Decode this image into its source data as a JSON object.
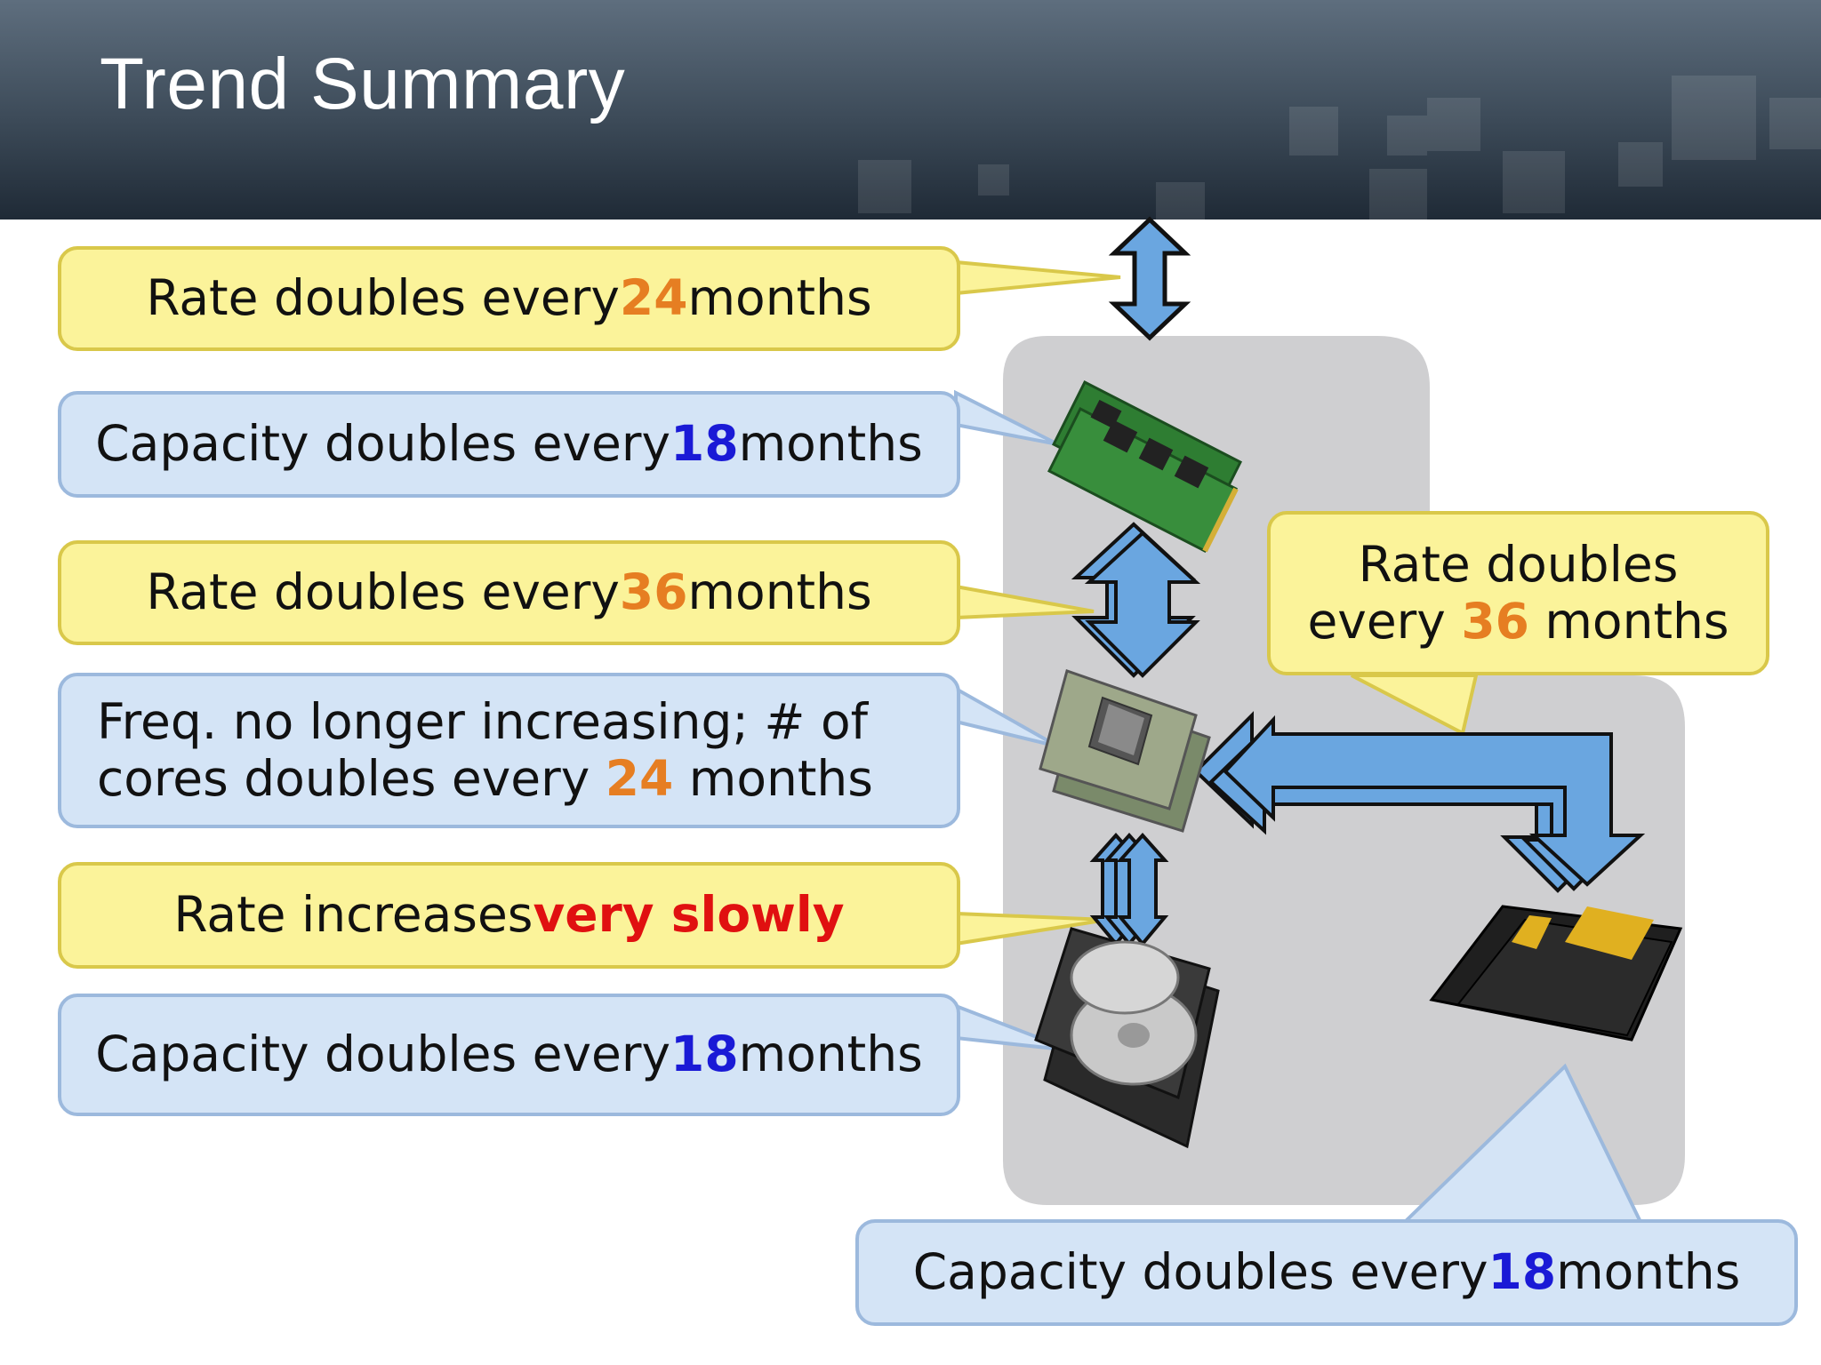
{
  "title": "Trend Summary",
  "colors": {
    "callout_yellow": "#fbf39a",
    "callout_blue": "#d4e4f6",
    "arrow_blue": "#6aa6e0",
    "highlight_orange": "#e67e22",
    "highlight_navy": "#1a1ad6",
    "highlight_red": "#e01010"
  },
  "callouts": {
    "c1": {
      "pre": "Rate doubles every ",
      "num": "24",
      "post": " months"
    },
    "c2": {
      "pre": "Capacity doubles every ",
      "num": "18",
      "post": " months"
    },
    "c3": {
      "pre": "Rate doubles every ",
      "num": "36",
      "post": " months"
    },
    "c4": {
      "line1": "Freq. no longer increasing; # of",
      "pre": "cores doubles every ",
      "num": "24",
      "post": " months"
    },
    "c5": {
      "pre": "Rate increases ",
      "highlight": "very slowly"
    },
    "c6": {
      "pre": "Capacity doubles every ",
      "num": "18",
      "post": " months"
    },
    "c7": {
      "line1": "Rate doubles",
      "pre": "every ",
      "num": "36",
      "post": " months"
    },
    "c8": {
      "pre": "Capacity doubles every ",
      "num": "18",
      "post": " months"
    }
  },
  "components": {
    "dram": "dram-modules-icon",
    "cpu": "cpu-chip-icon",
    "hdd": "hard-disk-icon",
    "ssd": "ssd-drive-icon"
  }
}
